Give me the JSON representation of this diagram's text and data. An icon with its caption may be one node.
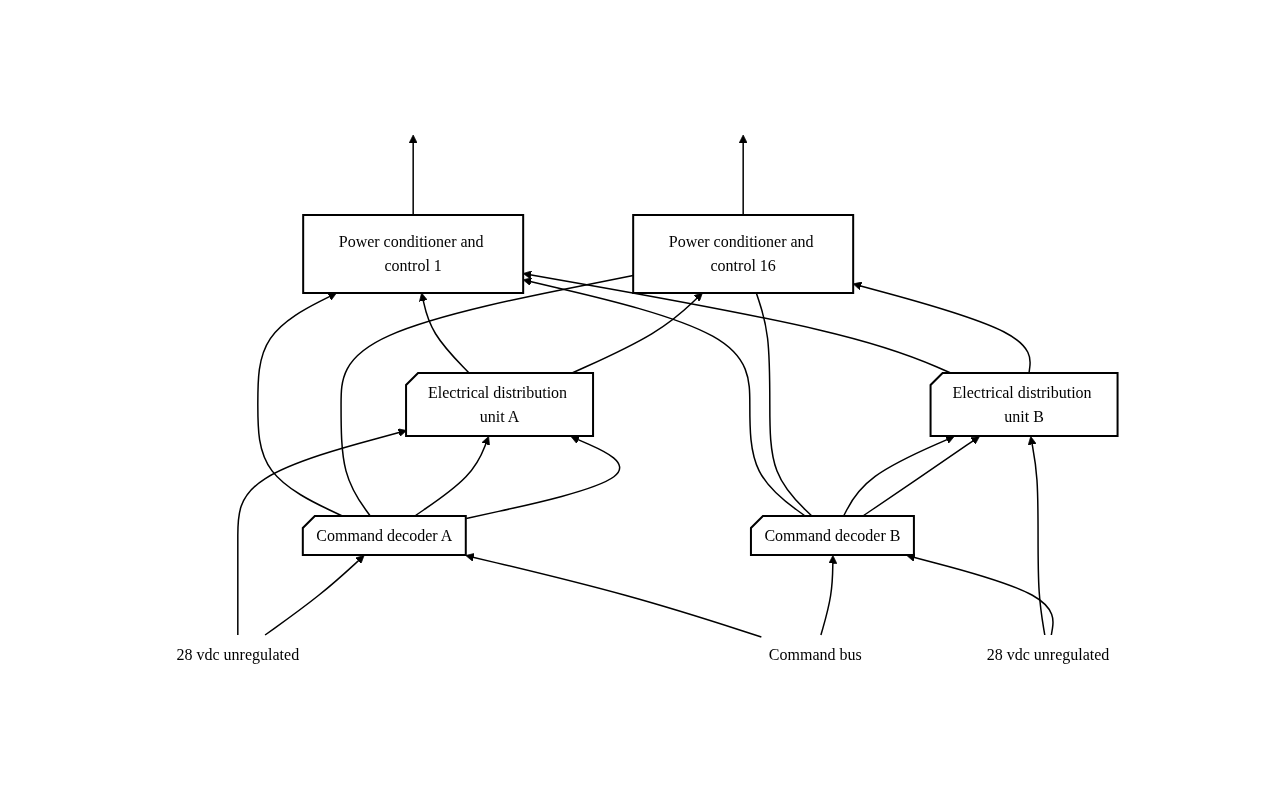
{
  "diagram": {
    "nodes": [
      {
        "text": [
          "Power conditioner and control 1"
        ]
      },
      {
        "text": [
          "Power conditioner and control 16"
        ]
      },
      {
        "text": [
          "Electrical distribution unit A"
        ]
      },
      {
        "text": [
          "Command decoder A"
        ]
      },
      {
        "text": [
          "Command decoder B"
        ]
      },
      {
        "text": [
          "Electrical distribution unit B"
        ]
      },
      {
        "text": [
          "28 vdc unregulated"
        ]
      },
      {
        "text": [
          "Command bus"
        ]
      },
      {
        "text": [
          "28 vdc unregulated"
        ]
      }
    ],
    "edges": [
      {
        "from": 2,
        "to": 0,
        "arrow": "to"
      },
      {
        "from": 2,
        "to": 1,
        "arrow": "to"
      },
      {
        "from": 5,
        "to": 0,
        "arrow": "to"
      },
      {
        "from": 5,
        "to": 1,
        "arrow": "to"
      },
      {
        "from": 3,
        "to": 0,
        "arrow": "to"
      },
      {
        "from": 4,
        "to": 0,
        "arrow": "to"
      },
      {
        "from": 3,
        "to": 1,
        "arrow": "none"
      },
      {
        "from": 4,
        "to": 1,
        "arrow": "none"
      },
      {
        "from": 0,
        "to": null,
        "arrow": "to"
      },
      {
        "from": 1,
        "to": null,
        "arrow": "to"
      },
      {
        "from": 3,
        "to": 2,
        "arrow": "to"
      },
      {
        "from": 3,
        "to": 2,
        "arrow": "to"
      },
      {
        "from": 4,
        "to": 5,
        "arrow": "to"
      },
      {
        "from": 4,
        "to": 5,
        "arrow": "to"
      },
      {
        "from": 6,
        "to": 2,
        "arrow": "to"
      },
      {
        "from": 6,
        "to": 3,
        "arrow": "to"
      },
      {
        "from": 7,
        "to": 3,
        "arrow": "to"
      },
      {
        "from": 7,
        "to": 4,
        "arrow": "to"
      },
      {
        "from": 8,
        "to": 5,
        "arrow": "to"
      },
      {
        "from": 8,
        "to": 4,
        "arrow": "to"
      }
    ]
  }
}
